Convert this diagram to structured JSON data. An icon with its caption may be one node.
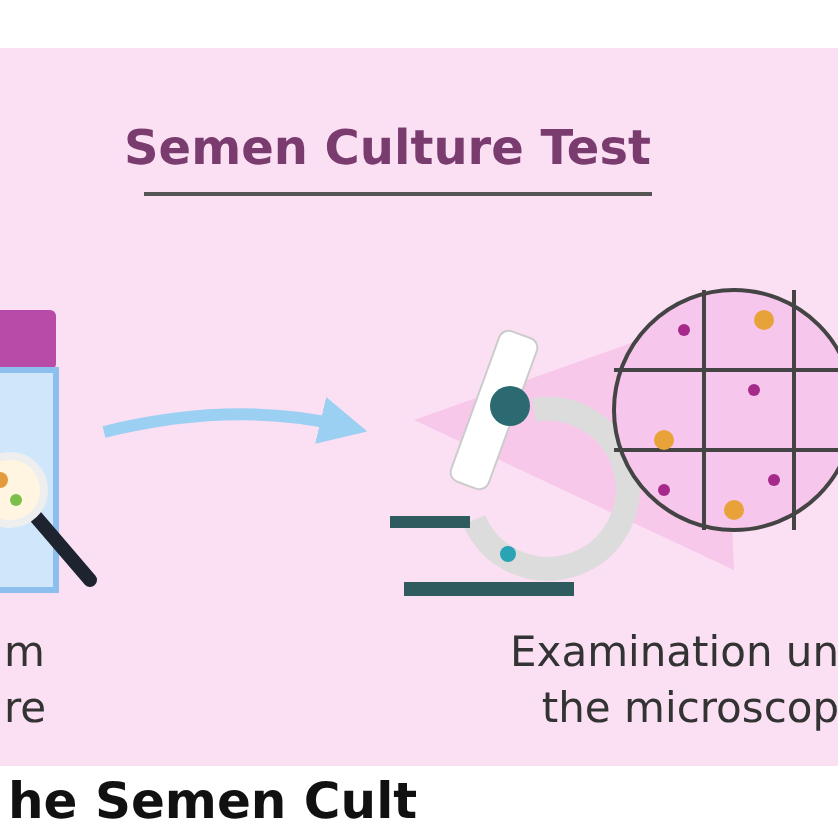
{
  "diagram": {
    "title": "Semen Culture Test",
    "nodes": [
      {
        "text": [
          "m re"
        ]
      },
      {
        "text": [
          "Examination un the microscop"
        ]
      }
    ],
    "edges": [
      {
        "from": 0,
        "to": 1,
        "arrow": "to"
      }
    ],
    "labels": [
      "he Semen Cult"
    ]
  }
}
